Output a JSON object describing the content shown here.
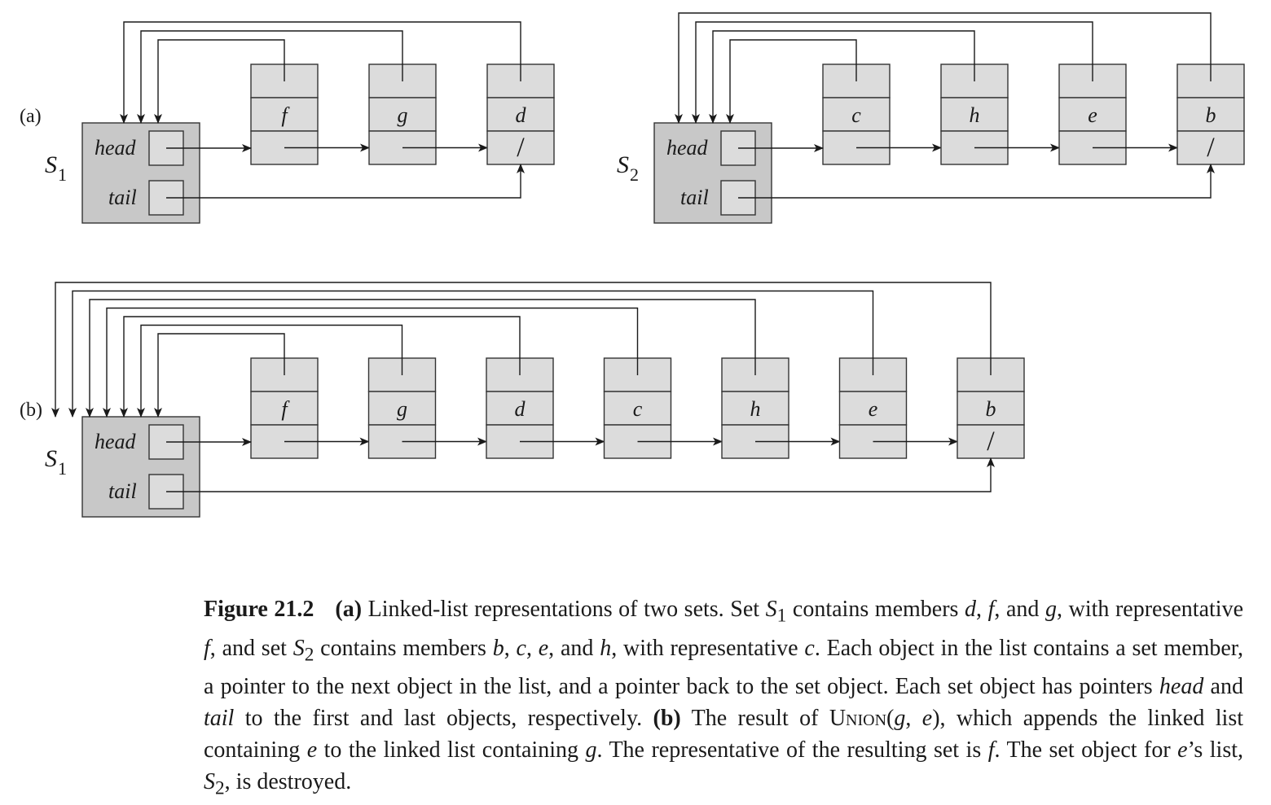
{
  "panel_a": {
    "label": "(a)",
    "sets": [
      {
        "name_letter": "S",
        "name_sub": "1",
        "head_label": "head",
        "tail_label": "tail",
        "members": [
          "f",
          "g",
          "d"
        ],
        "nil_symbol": "/"
      },
      {
        "name_letter": "S",
        "name_sub": "2",
        "head_label": "head",
        "tail_label": "tail",
        "members": [
          "c",
          "h",
          "e",
          "b"
        ],
        "nil_symbol": "/"
      }
    ]
  },
  "panel_b": {
    "label": "(b)",
    "sets": [
      {
        "name_letter": "S",
        "name_sub": "1",
        "head_label": "head",
        "tail_label": "tail",
        "members": [
          "f",
          "g",
          "d",
          "c",
          "h",
          "e",
          "b"
        ],
        "nil_symbol": "/"
      }
    ]
  },
  "caption": {
    "figure_label": "Figure 21.2",
    "a_marker": "(a)",
    "t1": " Linked-list representations of two sets. Set ",
    "s1_letter": "S",
    "s1_sub": "1",
    "t2": " contains members ",
    "m_d": "d",
    "c1": ", ",
    "m_f": "f",
    "t3": ", and ",
    "m_g": "g",
    "t4": ", with representative ",
    "rep_f": "f",
    "t5": ", and set ",
    "s2_letter": "S",
    "s2_sub": "2",
    "t6": " contains members ",
    "m_b": "b",
    "c2": ", ",
    "m_c": "c",
    "c3": ", ",
    "m_e": "e",
    "t7": ", and ",
    "m_h": "h",
    "t8": ", with representative ",
    "rep_c": "c",
    "t9": ". Each object in the list contains a set member, a pointer to the next object in the list, and a pointer back to the set object. Each set object has pointers ",
    "head_word": "head",
    "t10": " and ",
    "tail_word": "tail",
    "t11": " to the first and last objects, respectively. ",
    "b_marker": "(b)",
    "t12": " The result of ",
    "union_name": "Union",
    "t13": "(",
    "arg_g": "g",
    "t14": ", ",
    "arg_e": "e",
    "t15": "), which appends the linked list containing ",
    "e2": "e",
    "t16": " to the linked list containing ",
    "g2": "g",
    "t17": ". The representative of the resulting set is ",
    "f2": "f",
    "t18": ". The set object for ",
    "e3": "e",
    "t19": "’s list, ",
    "s3_letter": "S",
    "s3_sub": "2",
    "t20": ", is destroyed."
  },
  "colors": {
    "set_object_fill": "#c8c8c8",
    "node_fill": "#dcdcdc",
    "stroke": "#333333"
  }
}
